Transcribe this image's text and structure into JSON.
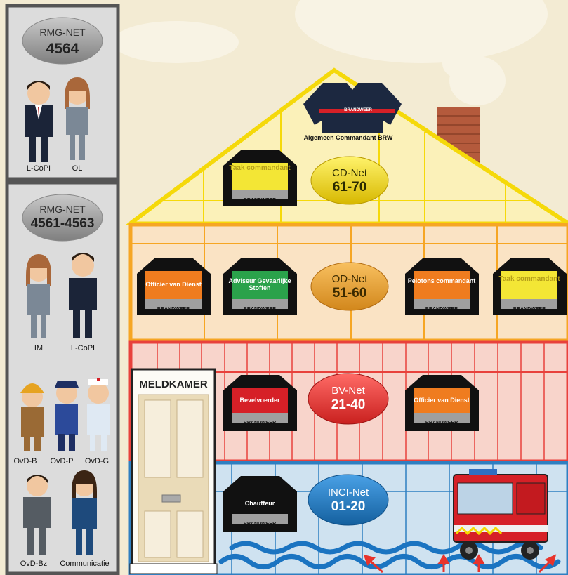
{
  "sidebar": {
    "top": {
      "net_title": "RMG-NET",
      "net_number": "4564",
      "people": [
        "L-CoPI",
        "OL"
      ]
    },
    "bottom": {
      "net_title": "RMG-NET",
      "net_number": "4561-4563",
      "people_row1": [
        "IM",
        "L-CoPI"
      ],
      "people_row2": [
        "OvD-B",
        "OvD-P",
        "OvD-G"
      ],
      "people_row3": [
        "OvD-Bz",
        "Communicatie"
      ]
    }
  },
  "roof": {
    "top_shirt": {
      "label": "Algemeen Commandant BRW",
      "brand": "BRANDWEER"
    },
    "shirt_taak": {
      "label": "Taak commandant",
      "brand": "BRANDWEER"
    },
    "net": {
      "title": "CD-Net",
      "number": "61-70"
    }
  },
  "floor_od": {
    "shirts": [
      {
        "label": "Officier van Dienst",
        "brand": "BRANDWEER"
      },
      {
        "label": "Adviseur Gevaarlijke Stoffen",
        "brand": "BRANDWEER"
      },
      {
        "label": "Pelotons commandant",
        "brand": "BRANDWEER"
      },
      {
        "label": "Taak commandant",
        "brand": "BRANDWEER"
      }
    ],
    "net": {
      "title": "OD-Net",
      "number": "51-60"
    }
  },
  "floor_bv": {
    "door_label": "MELDKAMER",
    "shirts": [
      {
        "label": "Bevelvoerder",
        "brand": "BRANDWEER"
      },
      {
        "label": "Officier van Dienst",
        "brand": "BRANDWEER"
      }
    ],
    "net": {
      "title": "BV-Net",
      "number": "21-40"
    }
  },
  "floor_inci": {
    "shirt": {
      "label": "Chauffeur",
      "brand": "BRANDWEER"
    },
    "net": {
      "title": "INCI-Net",
      "number": "01-20"
    }
  },
  "colors": {
    "roof": "#f5d90a",
    "od": "#f6a623",
    "bv": "#e8413c",
    "inci": "#2f7fc1",
    "shirt_yellow": "#f3e635",
    "shirt_orange": "#ef7c1f",
    "shirt_green": "#2aa24b",
    "shirt_red": "#d62027"
  }
}
